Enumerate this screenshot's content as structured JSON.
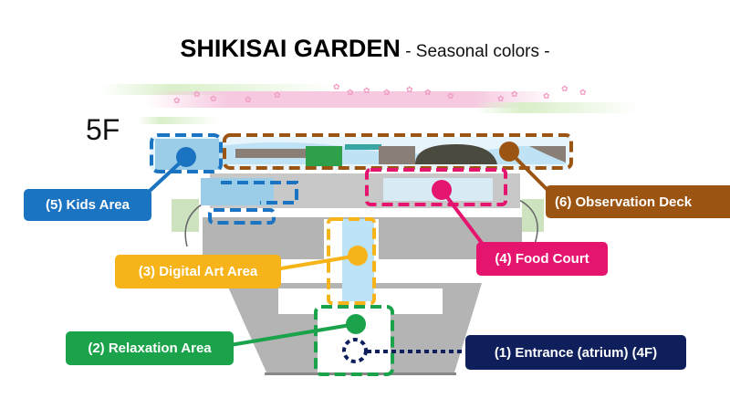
{
  "title": {
    "main": "SHIKISAI GARDEN",
    "subtitle": " - Seasonal colors -"
  },
  "floor_label": "5F",
  "areas": [
    {
      "label": "(1) Entrance (atrium) (4F)",
      "color": "#0f1f5c"
    },
    {
      "label": "(2) Relaxation Area",
      "color": "#1ba34b"
    },
    {
      "label": "(3) Digital Art Area",
      "color": "#f6b41a"
    },
    {
      "label": "(4) Food Court",
      "color": "#e5156f"
    },
    {
      "label": "(5) Kids Area",
      "color": "#1b74c1"
    },
    {
      "label": "(6) Observation Deck",
      "color": "#9c5412"
    }
  ]
}
